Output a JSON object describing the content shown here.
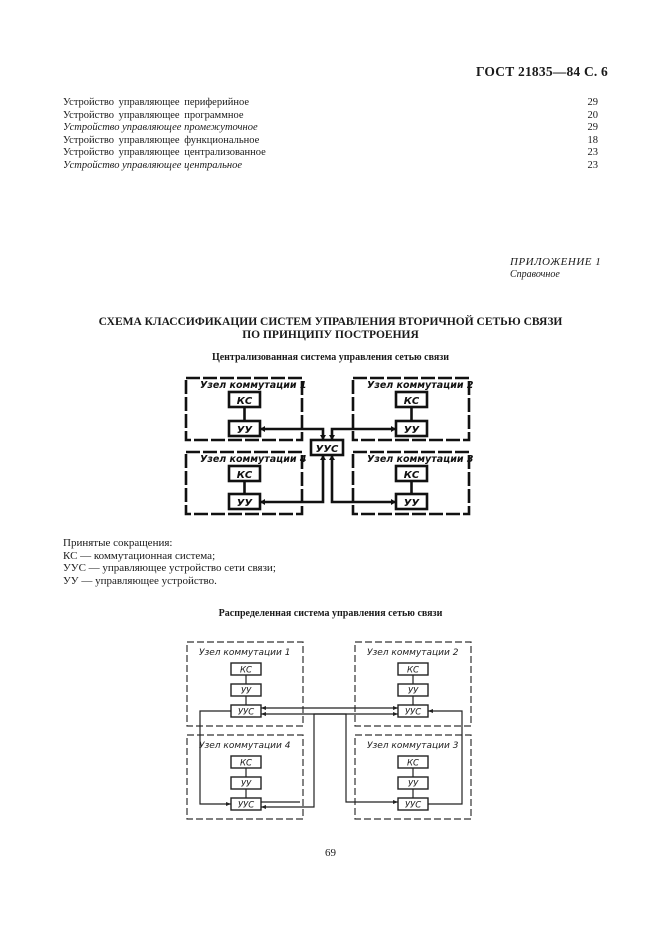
{
  "header": {
    "doc_ref": "ГОСТ 21835—84 С. 6"
  },
  "index_entries": [
    {
      "term": "Устройство управляющее периферийное",
      "page": "29",
      "italic": false
    },
    {
      "term": "Устройство управляющее программное",
      "page": "20",
      "italic": false
    },
    {
      "term": "Устройство управляющее промежуточное",
      "page": "29",
      "italic": true
    },
    {
      "term": "Устройство управляющее функциональное",
      "page": "18",
      "italic": false
    },
    {
      "term": "Устройство управляющее централизованное",
      "page": "23",
      "italic": false
    },
    {
      "term": "Устройство управляющее центральное",
      "page": "23",
      "italic": true
    }
  ],
  "appendix": {
    "label": "ПРИЛОЖЕНИЕ 1",
    "type": "Справочное"
  },
  "main_title": {
    "line1": "СХЕМА КЛАССИФИКАЦИИ СИСТЕМ УПРАВЛЕНИЯ ВТОРИЧНОЙ СЕТЬЮ СВЯЗИ",
    "line2": "ПО ПРИНЦИПУ ПОСТРОЕНИЯ"
  },
  "centralized": {
    "title": "Централизованная система управления сетью связи",
    "central_unit": "УУС",
    "nodes": [
      {
        "label": "Узел коммутации 1",
        "ks": "КС",
        "uu": "УУ"
      },
      {
        "label": "Узел коммутации 2",
        "ks": "КС",
        "uu": "УУ"
      },
      {
        "label": "Узел коммутации 3",
        "ks": "КС",
        "uu": "УУ"
      },
      {
        "label": "Узел коммутации 4",
        "ks": "КС",
        "uu": "УУ"
      }
    ]
  },
  "abbreviations": {
    "heading": "Принятые сокращения:",
    "items": [
      "КС — коммутационная система;",
      "УУС — управляющее устройство сети связи;",
      "УУ — управляющее устройство."
    ]
  },
  "distributed": {
    "title": "Распределенная система управления сетью связи",
    "nodes": [
      {
        "label": "Узел коммутации 1",
        "ks": "КС",
        "uu": "УУ",
        "uus": "УУС"
      },
      {
        "label": "Узел коммутации 2",
        "ks": "КС",
        "uu": "УУ",
        "uus": "УУС"
      },
      {
        "label": "Узел коммутации 3",
        "ks": "КС",
        "uu": "УУ",
        "uus": "УУС"
      },
      {
        "label": "Узел коммутации 4",
        "ks": "КС",
        "uu": "УУ",
        "uus": "УУС"
      }
    ]
  },
  "footer": {
    "page_number": "69"
  }
}
